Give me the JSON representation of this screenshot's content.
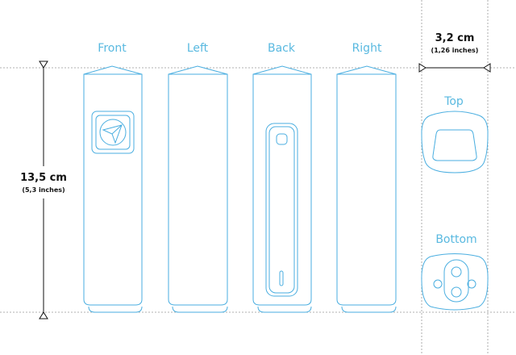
{
  "views": {
    "front_label": "Front",
    "left_label": "Left",
    "back_label": "Back",
    "right_label": "Right",
    "top_label": "Top",
    "bottom_label": "Bottom"
  },
  "dimensions": {
    "height_primary": "13,5 cm",
    "height_secondary": "(5,3 inches)",
    "width_primary": "3,2 cm",
    "width_secondary": "(1,26 inches)"
  },
  "colors": {
    "outline": "#4aaee0",
    "label": "#59b9e0",
    "dimension_text": "#111111",
    "guide_line": "#999999"
  },
  "icons": {
    "front_logo": "paper-plane-icon"
  }
}
